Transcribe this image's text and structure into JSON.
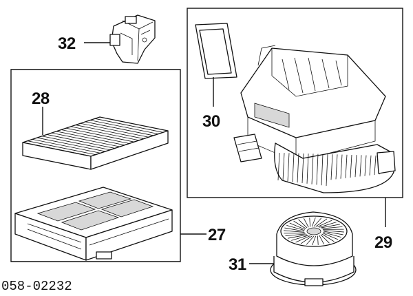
{
  "diagram_code": "058-02232",
  "callouts": {
    "p27": "27",
    "p28": "28",
    "p29": "29",
    "p30": "30",
    "p31": "31",
    "p32": "32"
  }
}
